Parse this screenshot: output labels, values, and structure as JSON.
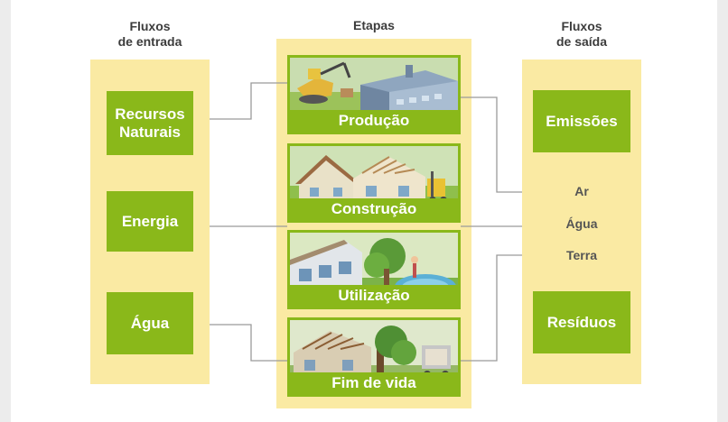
{
  "columns": {
    "input_heading_line1": "Fluxos",
    "input_heading_line2": "de entrada",
    "stages_heading": "Etapas",
    "output_heading_line1": "Fluxos",
    "output_heading_line2": "de saída"
  },
  "inputs": [
    {
      "line1": "Recursos",
      "line2": "Naturais"
    },
    {
      "line1": "Energia"
    },
    {
      "line1": "Água"
    }
  ],
  "stages": [
    {
      "label": "Produção"
    },
    {
      "label": "Construção"
    },
    {
      "label": "Utilização"
    },
    {
      "label": "Fim de vida"
    }
  ],
  "outputs": {
    "emissions": "Emissões",
    "media": [
      "Ar",
      "Água",
      "Terra"
    ],
    "waste": "Resíduos"
  },
  "colors": {
    "box_green": "#8ab81a",
    "column_yellow": "#faeaa3",
    "connector_grey": "#9a9a9a"
  }
}
